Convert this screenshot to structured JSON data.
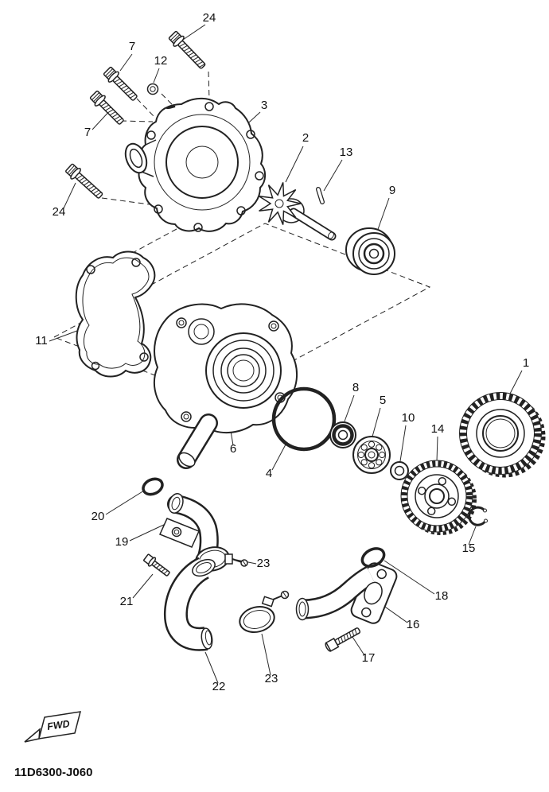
{
  "diagram": {
    "code": "11D6300-J060",
    "fwd_label": "FWD"
  },
  "colors": {
    "line": "#222222",
    "background": "#ffffff"
  },
  "callouts": [
    {
      "label": "24"
    },
    {
      "label": "7"
    },
    {
      "label": "12"
    },
    {
      "label": "3"
    },
    {
      "label": "2"
    },
    {
      "label": "13"
    },
    {
      "label": "9"
    },
    {
      "label": "7"
    },
    {
      "label": "24"
    },
    {
      "label": "11"
    },
    {
      "label": "1"
    },
    {
      "label": "8"
    },
    {
      "label": "5"
    },
    {
      "label": "10"
    },
    {
      "label": "14"
    },
    {
      "label": "6"
    },
    {
      "label": "4"
    },
    {
      "label": "20"
    },
    {
      "label": "19"
    },
    {
      "label": "15"
    },
    {
      "label": "21"
    },
    {
      "label": "23"
    },
    {
      "label": "18"
    },
    {
      "label": "16"
    },
    {
      "label": "22"
    },
    {
      "label": "23"
    },
    {
      "label": "17"
    }
  ]
}
